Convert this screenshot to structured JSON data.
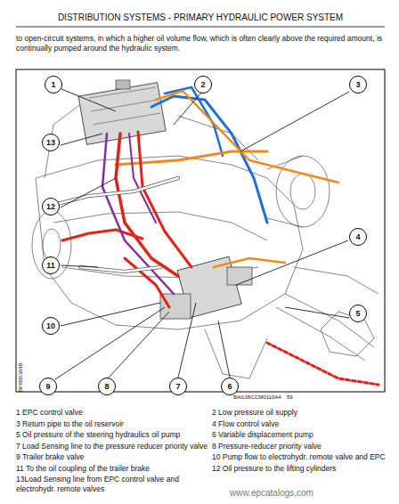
{
  "diagram": {
    "title": "DISTRIBUTION SYSTEMS - PRIMARY HYDRAULIC POWER SYSTEM",
    "nodes": [
      {
        "text": [
          "1"
        ]
      },
      {
        "text": [
          "2"
        ]
      },
      {
        "text": [
          "3"
        ]
      },
      {
        "text": [
          "4"
        ]
      },
      {
        "text": [
          "5"
        ]
      },
      {
        "text": [
          "6"
        ]
      },
      {
        "text": [
          "7"
        ]
      },
      {
        "text": [
          "8"
        ]
      },
      {
        "text": [
          "9"
        ]
      },
      {
        "text": [
          "10"
        ]
      },
      {
        "text": [
          "11"
        ]
      },
      {
        "text": [
          "12"
        ]
      },
      {
        "text": [
          "13"
        ]
      }
    ],
    "labels": [
      "to open-circuit systems, in which a higher oil volume flow, which is often clearly above the required amount, is continually pumped around the hydraulic system.",
      "BFR00304B",
      "BAIL06CCM0110A4",
      "59",
      "1 EPC control valve",
      "2 Low pressure oil supply",
      "3 Return pipe to the oil reservoir",
      "4 Flow control valve",
      "5 Oil pressure of the steering hydraulics oil pump",
      "6 Variable displacement pump",
      "7 Load Sensing line to the pressure reducer priority valve",
      "8 Pressure-reducer priority valve",
      "9 Trailer brake valve",
      "10 Pump flow to electrohydr. remote valve and EPC",
      "11 To the oil coupling of the trailer brake",
      "12 Oil pressure to the lifting cylinders",
      "13Load Sensing line from EPC control valve and electrohydr. remote valves",
      "www.epcatalogs.com"
    ]
  }
}
